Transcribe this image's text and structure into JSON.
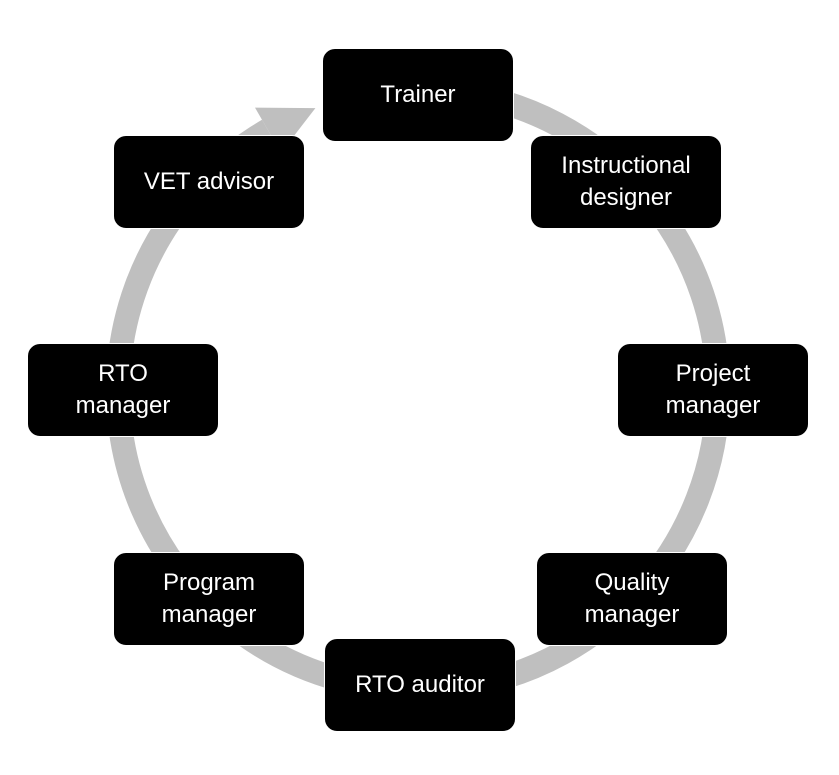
{
  "diagram": {
    "type": "cycle",
    "ring_color": "#bfbfbf",
    "node_color": "#000000",
    "text_color": "#ffffff",
    "nodes": [
      {
        "label": "Trainer"
      },
      {
        "label": "Instructional\ndesigner"
      },
      {
        "label": "Project\nmanager"
      },
      {
        "label": "Quality\nmanager"
      },
      {
        "label": "RTO auditor"
      },
      {
        "label": "Program\nmanager"
      },
      {
        "label": "RTO\nmanager"
      },
      {
        "label": "VET advisor"
      }
    ]
  }
}
